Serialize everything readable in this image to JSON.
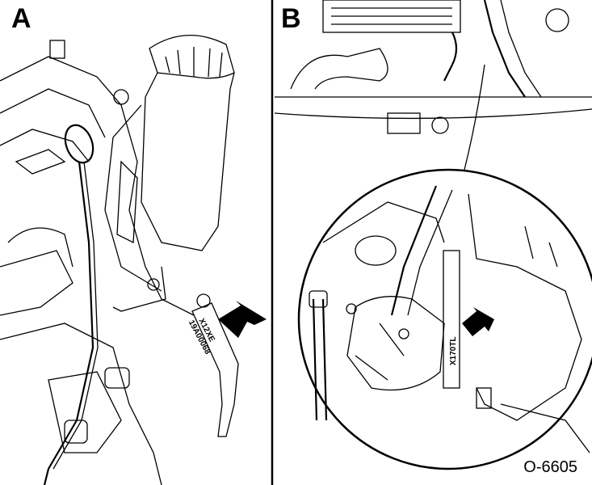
{
  "panels": [
    {
      "label": "A",
      "tag_lines": [
        "X12XE",
        "19A00068"
      ]
    },
    {
      "label": "B",
      "tag_lines": [
        "X170TL"
      ]
    }
  ],
  "figure_code": "O-6605"
}
